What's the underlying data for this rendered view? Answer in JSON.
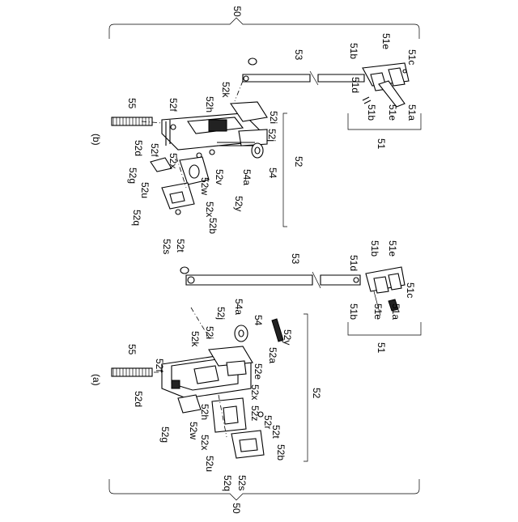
{
  "figure": {
    "group_label": "50",
    "panel_a": {
      "caption": "(a)",
      "labels": {
        "l55": "55",
        "l52d": "52d",
        "l52f": "52f",
        "l52g": "52g",
        "l52k": "52k",
        "l52i": "52i",
        "l52j": "52j",
        "l54a": "54a",
        "l54": "54",
        "l52y": "52y",
        "l52a": "52a",
        "l52e": "52e",
        "l52h": "52h",
        "l52w": "52w",
        "l52x": "52x",
        "l52z": "52z",
        "l52r": "52r",
        "l52t": "52t",
        "l52u": "52u",
        "l52b": "52b",
        "l52q": "52q",
        "l52s": "52s",
        "l52": "52",
        "l53": "53",
        "l51d": "51d",
        "l51b_top": "51b",
        "l51e_top": "51e",
        "l51c": "51c",
        "l51b_bot": "51b",
        "l51e_bot": "51e",
        "l51a": "51a",
        "l51": "51"
      }
    },
    "panel_b": {
      "caption": "(b)",
      "labels": {
        "l55": "55",
        "l52f_top": "52f",
        "l52d": "52d",
        "l52f": "52f",
        "l52g": "52g",
        "l52x_top": "52x",
        "l52u": "52u",
        "l52w": "52w",
        "l52x": "52x",
        "l52q": "52q",
        "l52b": "52b",
        "l52s": "52s",
        "l52t": "52t",
        "l52h": "52h",
        "l52k": "52k",
        "l52i": "52i",
        "l52j": "52j",
        "l52v": "52v",
        "l52y": "52y",
        "l54a": "54a",
        "l54": "54",
        "l52": "52",
        "l53": "53",
        "l51b_top": "51b",
        "l51e_top": "51e",
        "l51c": "51c",
        "l51d": "51d",
        "l51b_bot": "51b",
        "l51e_bot": "51e",
        "l51a": "51a",
        "l51": "51"
      }
    }
  }
}
